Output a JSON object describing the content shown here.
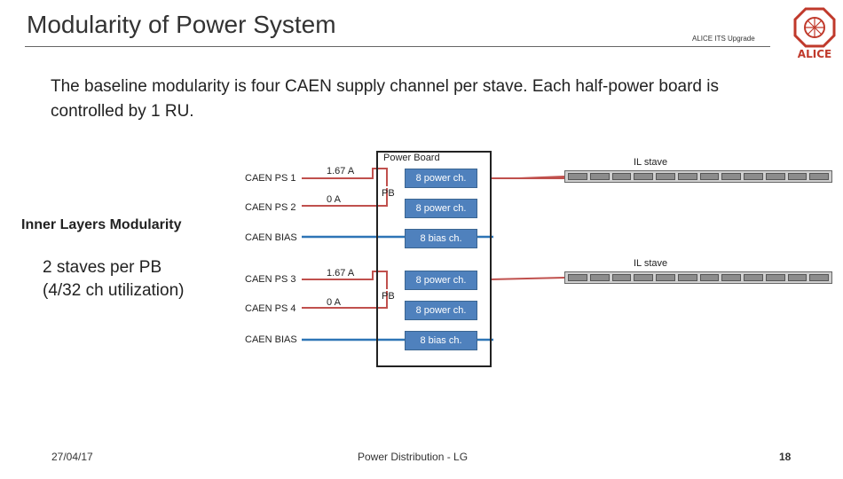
{
  "header": {
    "title": "Modularity of Power System",
    "tag": "ALICE ITS Upgrade",
    "logo_text": "ALICE"
  },
  "body": {
    "paragraph": "The baseline modularity is four CAEN supply channel per stave. Each half-power board is controlled by 1 RU."
  },
  "left": {
    "heading": "Inner Layers Modularity",
    "note_line1": "2 staves per PB",
    "note_line2": "(4/32 ch utilization)"
  },
  "diagram": {
    "power_board_label": "Power Board",
    "supplies": [
      "CAEN PS 1",
      "CAEN PS 2",
      "CAEN BIAS",
      "CAEN PS 3",
      "CAEN PS 4",
      "CAEN BIAS"
    ],
    "currents": [
      "1.67 A",
      "0 A",
      "1.67 A",
      "0 A"
    ],
    "pb_labels": [
      "PB",
      "PB"
    ],
    "channels": [
      "8 power ch.",
      "8 power ch.",
      "8 bias ch.",
      "8 power ch.",
      "8 power ch.",
      "8 bias ch."
    ],
    "staves": [
      "IL stave",
      "IL stave"
    ],
    "colors": {
      "power_line": "#c0504d",
      "bias_line": "#2e75b6",
      "channel_box": "#4f81bd",
      "stave_segment": "#8c8c8c"
    }
  },
  "footer": {
    "date": "27/04/17",
    "center": "Power Distribution - LG",
    "page": "18"
  }
}
